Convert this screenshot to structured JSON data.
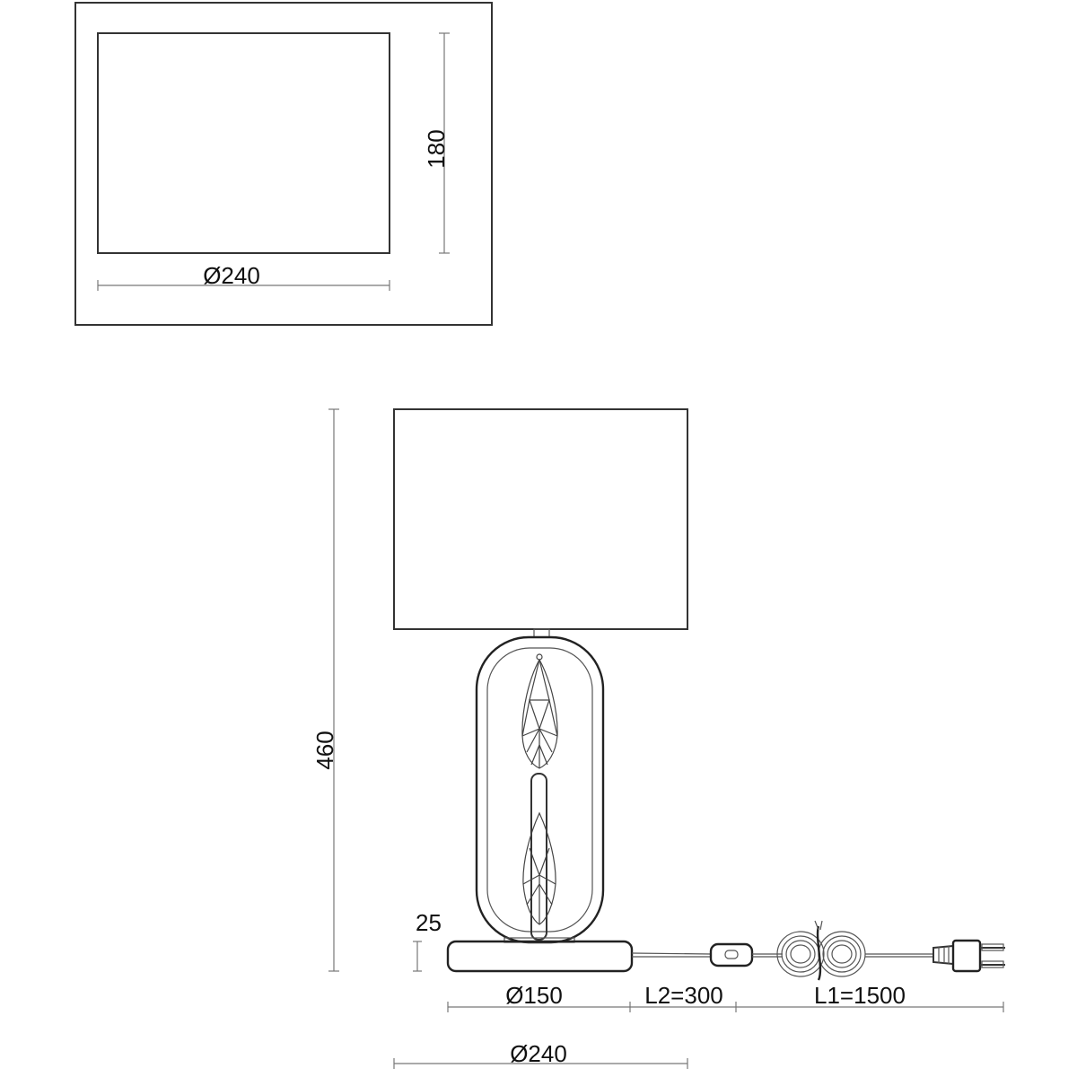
{
  "top_view": {
    "shade_diameter": "Ø240",
    "shade_height": "180"
  },
  "front_view": {
    "total_height": "460",
    "base_height": "25",
    "base_diameter": "Ø150",
    "cable_l2": "L2=300",
    "cable_l1": "L1=1500",
    "shade_diameter": "Ø240"
  }
}
